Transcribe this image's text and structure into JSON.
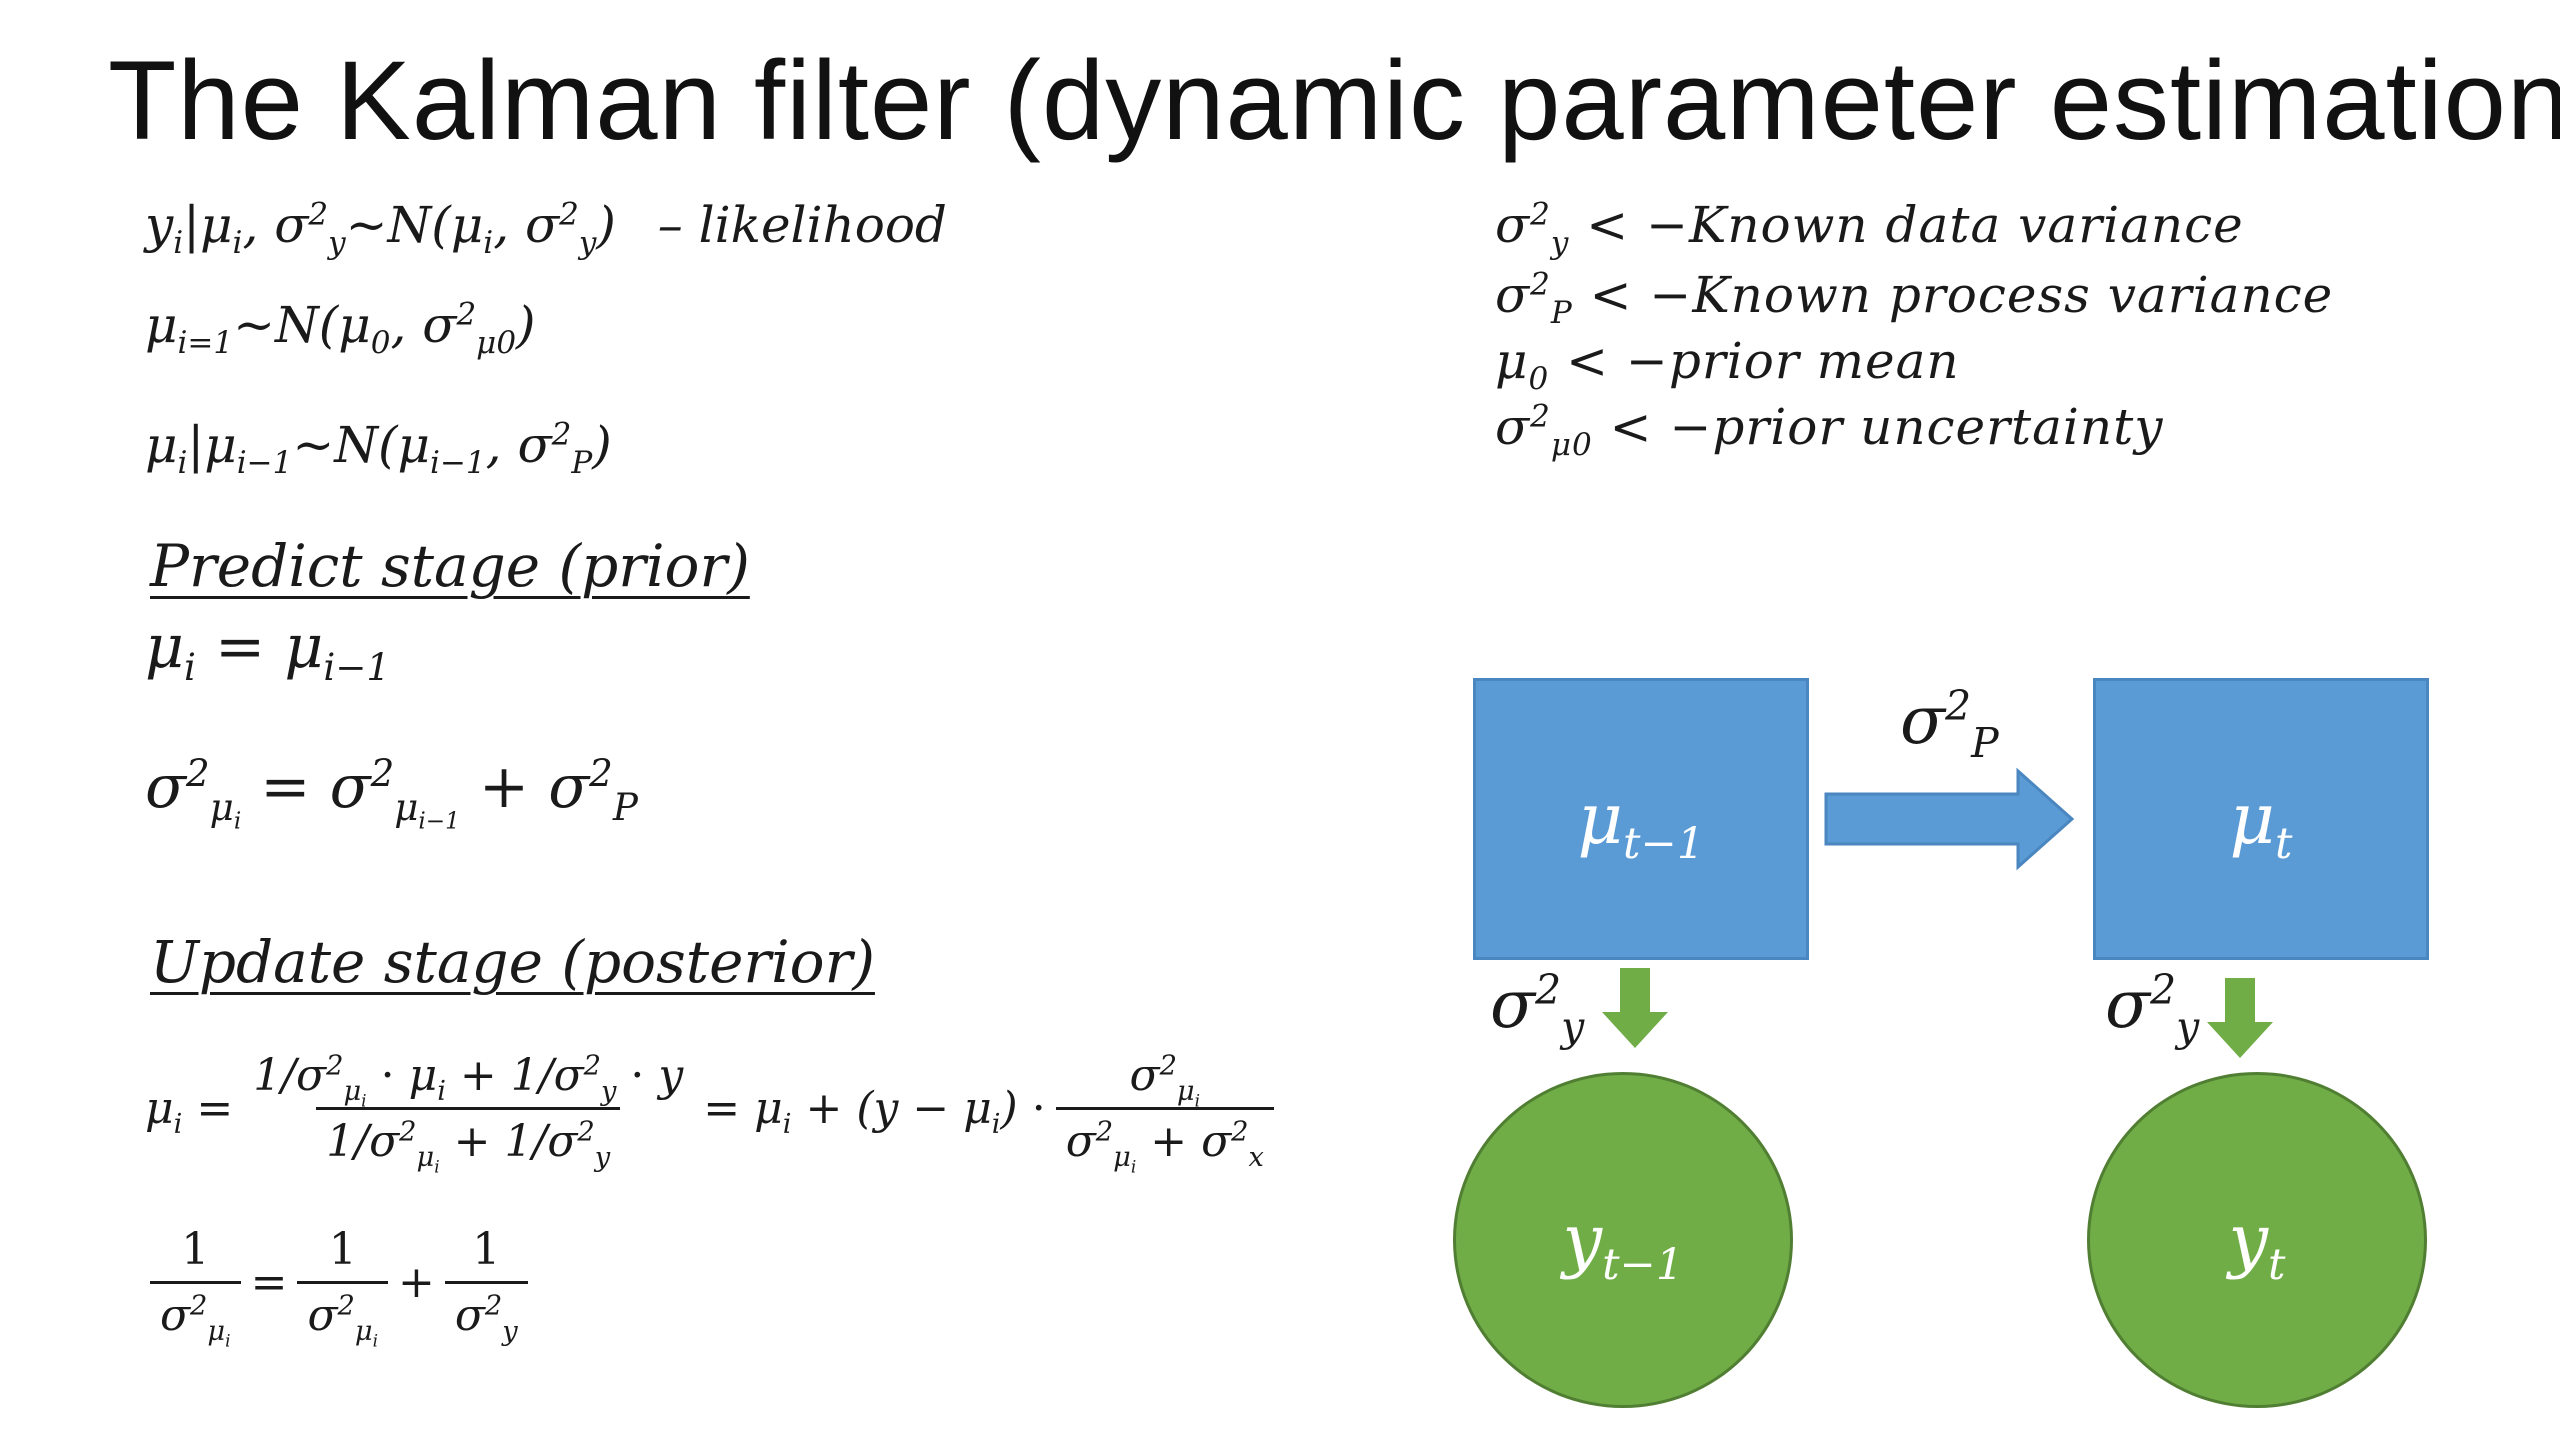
{
  "slide": {
    "title": "The Kalman filter (dynamic parameter estimation)",
    "model": {
      "likelihood_note": "– likelihood"
    },
    "legend": {
      "data_variance": "< −Known data variance",
      "process_variance": "< −Known process variance",
      "prior_mean": "< −prior mean",
      "prior_uncertainty": "< −prior uncertainty"
    },
    "predict_heading": "Predict stage (prior)",
    "update_heading": "Update stage (posterior)"
  },
  "colors": {
    "box_fill": "#5b9bd5",
    "circle_fill": "#70ad47",
    "arrow_blue": "#5b9bd5",
    "arrow_green": "#70ad47"
  }
}
